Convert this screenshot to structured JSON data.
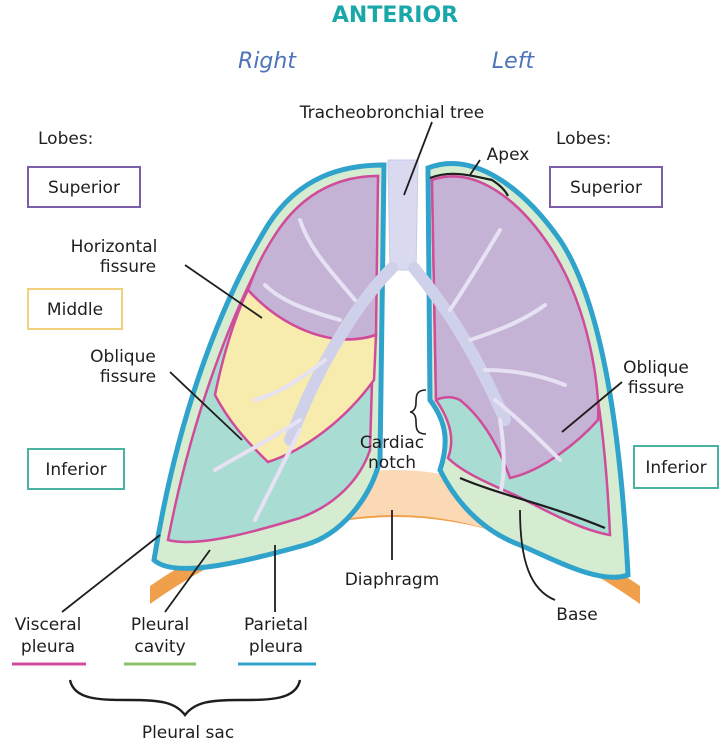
{
  "header": {
    "title": "ANTERIOR",
    "right_side": "Right",
    "left_side": "Left"
  },
  "colors": {
    "header": "#1aa7a8",
    "side_label": "#4d73b8",
    "superior": "#7b5ea8",
    "middle": "#f0d27a",
    "inferior": "#4bb3a2",
    "visceral": "#d04c9a",
    "cavity": "#8cc36a",
    "parietal": "#2fa3cc",
    "diaphragm": "#f0a04a"
  },
  "labels": {
    "lobes_right": "Lobes:",
    "lobes_left": "Lobes:",
    "superior_right": "Superior",
    "superior_left": "Superior",
    "middle": "Middle",
    "inferior_right": "Inferior",
    "inferior_left": "Inferior",
    "trachea": "Tracheobronchial tree",
    "apex": "Apex",
    "horizontal_1": "Horizontal",
    "horizontal_2": "fissure",
    "oblique_r1": "Oblique",
    "oblique_r2": "fissure",
    "oblique_l1": "Oblique",
    "oblique_l2": "fissure",
    "cardiac_1": "Cardiac",
    "cardiac_2": "notch",
    "diaphragm": "Diaphragm",
    "base": "Base",
    "visceral_1": "Visceral",
    "visceral_2": "pleura",
    "cavity_1": "Pleural",
    "cavity_2": "cavity",
    "parietal_1": "Parietal",
    "parietal_2": "pleura",
    "sac": "Pleural sac"
  }
}
